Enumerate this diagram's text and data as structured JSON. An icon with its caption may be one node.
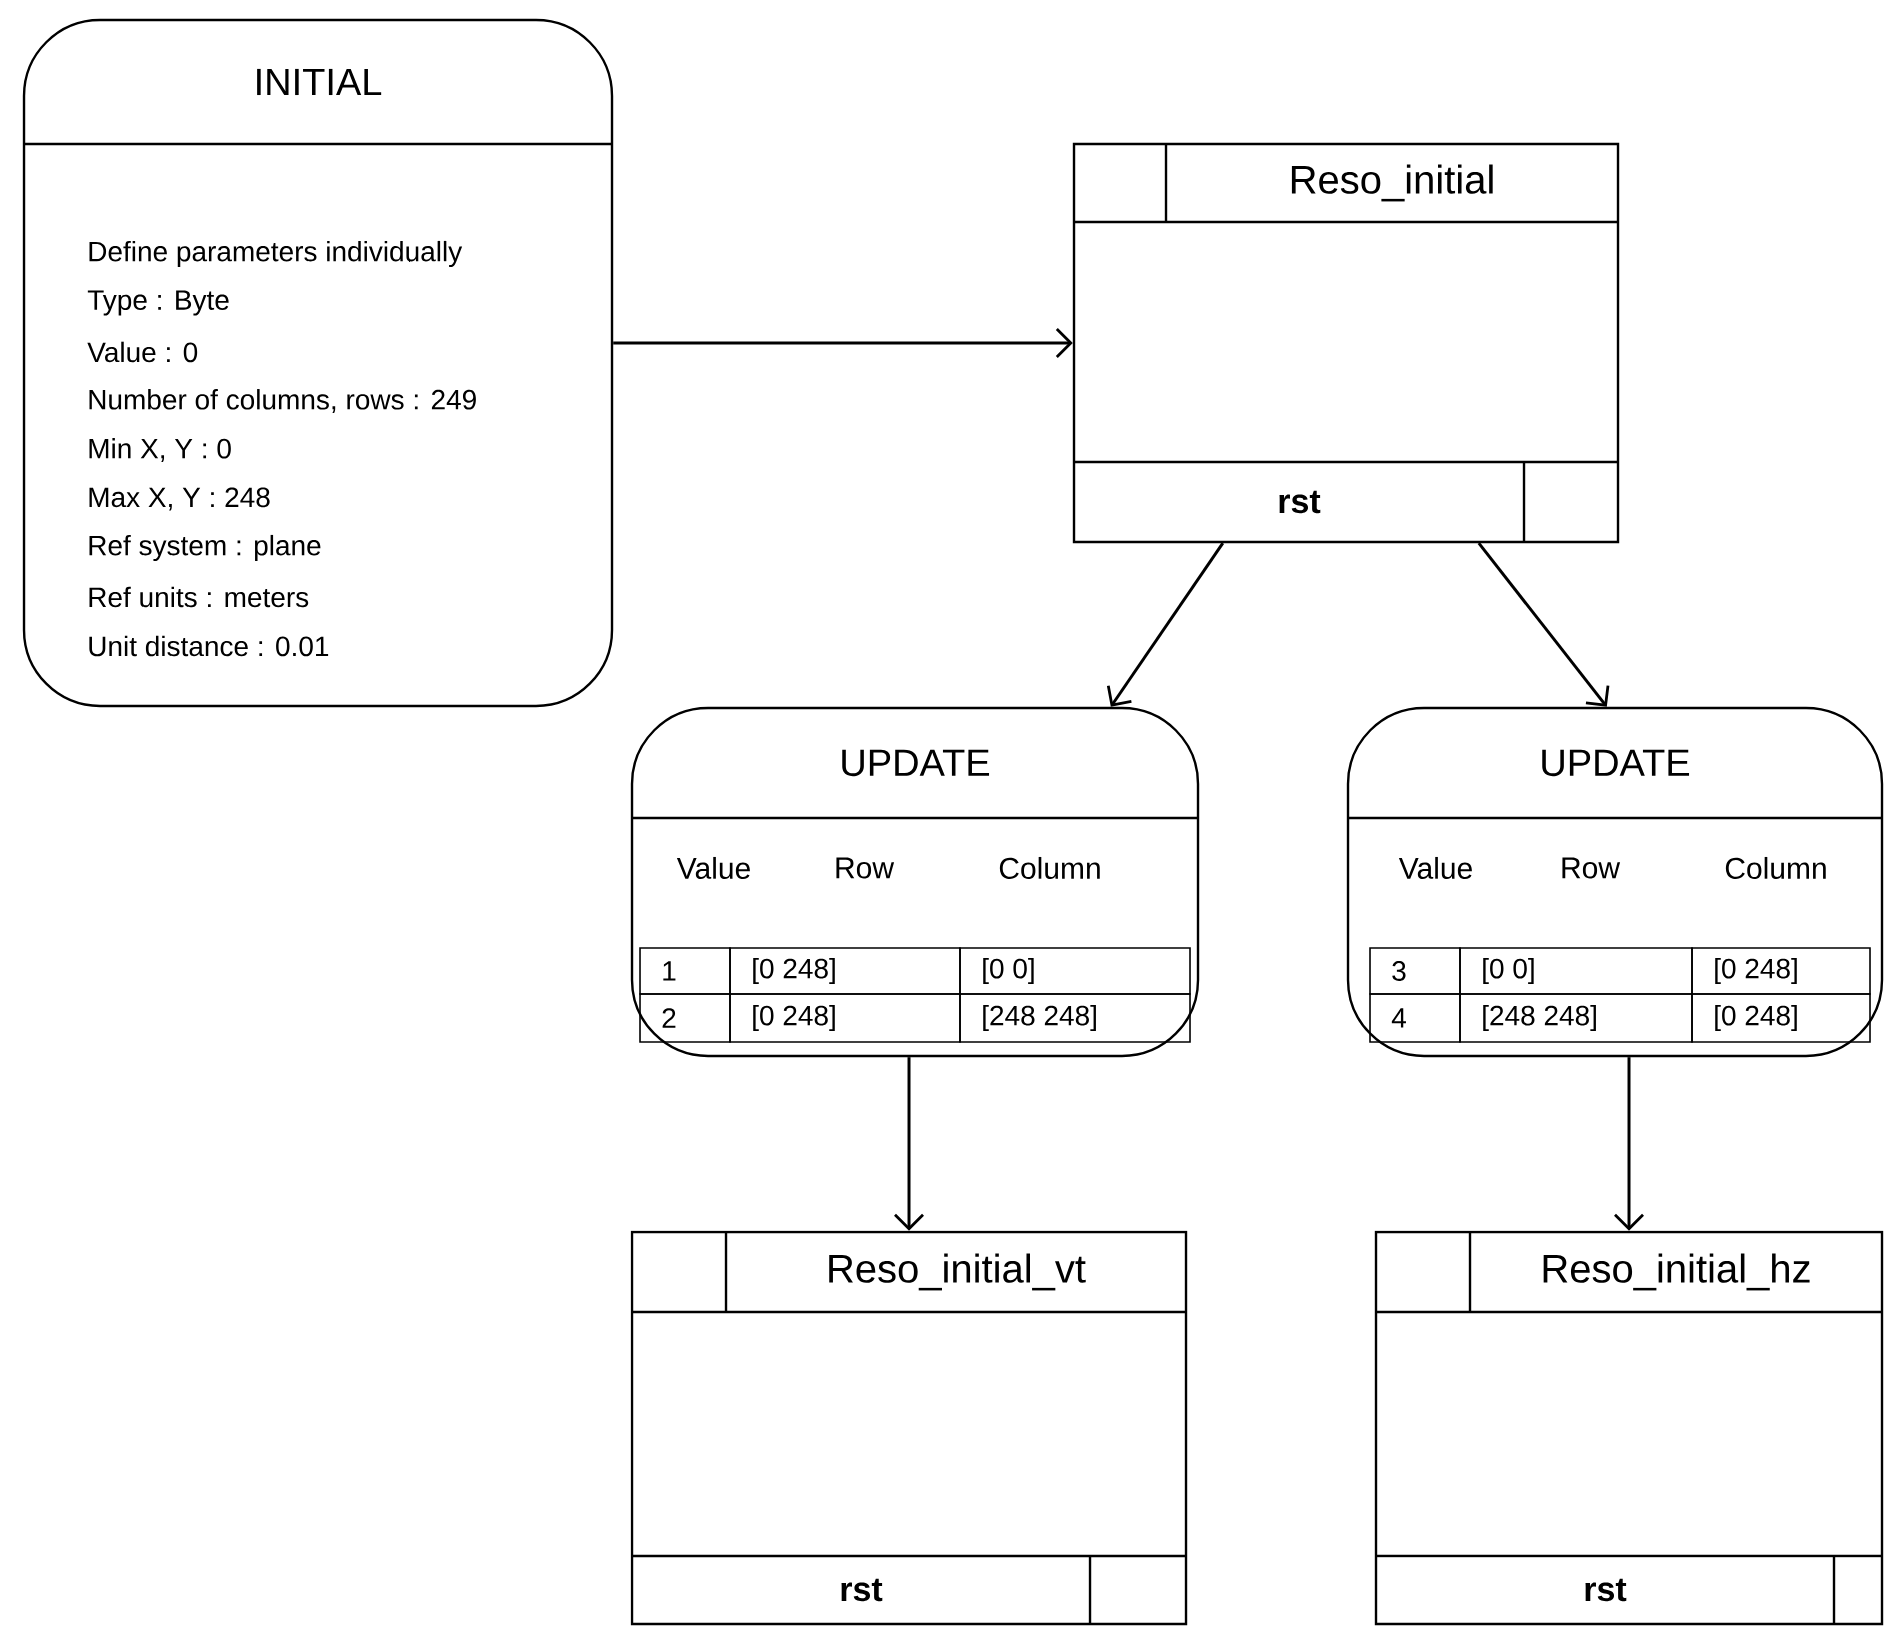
{
  "diagram": {
    "nodes": [
      {
        "text": [
          "INITIAL",
          "Define parameters individually",
          "Type : Byte",
          "Value : 0",
          "Number of columns, rows : 249",
          "Min X, Y : 0",
          "Max X, Y : 248",
          "Ref system : plane",
          "Ref units : meters",
          "Unit distance : 0.01"
        ]
      },
      {
        "text": [
          "Reso_initial",
          "rst"
        ]
      },
      {
        "text": [
          "UPDATE",
          "Value",
          "Row",
          "Column",
          "1",
          "[0 248]",
          "[0 0]",
          "2",
          "[0 248]",
          "[248 248]"
        ]
      },
      {
        "text": [
          "UPDATE",
          "Value",
          "Row",
          "Column",
          "3",
          "[0 0]",
          "[0 248]",
          "4",
          "[248 248]",
          "[0 248]"
        ]
      },
      {
        "text": [
          "Reso_initial_vt",
          "rst"
        ]
      },
      {
        "text": [
          "Reso_initial_hz",
          "rst"
        ]
      }
    ],
    "edges": [
      {
        "from": 0,
        "to": 1,
        "arrow": "to"
      },
      {
        "from": 1,
        "to": 2,
        "arrow": "to"
      },
      {
        "from": 1,
        "to": 3,
        "arrow": "to"
      },
      {
        "from": 2,
        "to": 4,
        "arrow": "to"
      },
      {
        "from": 3,
        "to": 5,
        "arrow": "to"
      }
    ]
  }
}
